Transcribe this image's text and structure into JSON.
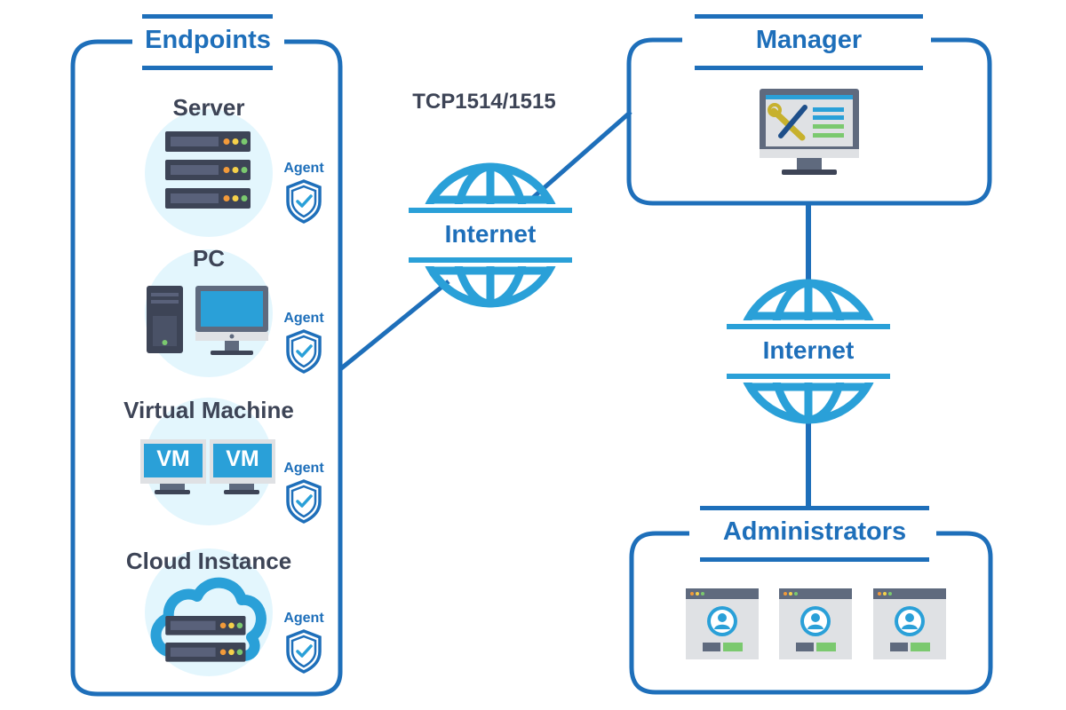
{
  "colors": {
    "primary": "#1e6fba",
    "globe": "#2aa0d8",
    "text_dark": "#3d4456",
    "halo": "#e3f6fd",
    "server_dark": "#3d4456",
    "led_orange": "#f29a3a",
    "led_yellow": "#f5d14a",
    "led_green": "#7bc96f"
  },
  "groups": {
    "endpoints": {
      "title": "Endpoints"
    },
    "manager": {
      "title": "Manager"
    },
    "administrators": {
      "title": "Administrators"
    }
  },
  "endpoints": [
    {
      "label": "Server",
      "agent_label": "Agent",
      "icon": "server-rack-icon"
    },
    {
      "label": "PC",
      "agent_label": "Agent",
      "icon": "desktop-pc-icon"
    },
    {
      "label": "Virtual Machine",
      "agent_label": "Agent",
      "icon": "virtual-machine-icon",
      "vm_labels": [
        "VM",
        "VM"
      ]
    },
    {
      "label": "Cloud Instance",
      "agent_label": "Agent",
      "icon": "cloud-server-icon"
    }
  ],
  "connections": {
    "protocol_label": "TCP1514/1515",
    "internet_top_label": "Internet",
    "internet_bottom_label": "Internet"
  },
  "administrators": [
    {
      "icon": "admin-window-icon"
    },
    {
      "icon": "admin-window-icon"
    },
    {
      "icon": "admin-window-icon"
    }
  ]
}
